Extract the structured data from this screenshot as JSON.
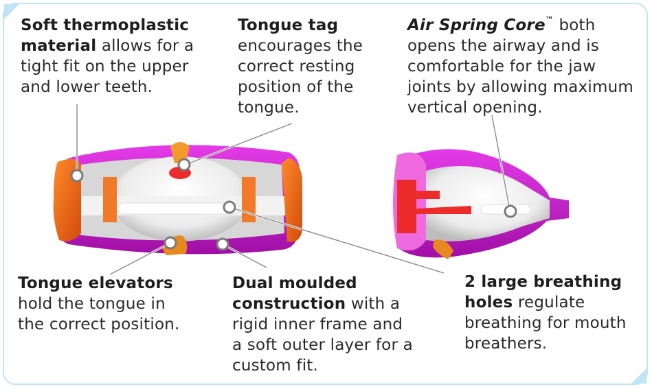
{
  "labels": {
    "soft_material": {
      "bold": "Soft thermoplastic material",
      "rest": " allows for a tight fit on the upper and lower teeth."
    },
    "tongue_tag": {
      "bold": "Tongue tag",
      "rest": " encourages the correct resting position of the tongue."
    },
    "air_spring": {
      "italic": "Air Spring Core",
      "tm": "™",
      "rest": " both opens the airway and is comfortable for the jaw joints by allowing maximum vertical opening."
    },
    "tongue_elevators": {
      "bold": "Tongue elevators",
      "rest": " hold the tongue in the correct position."
    },
    "dual_moulded": {
      "bold": "Dual moulded construction",
      "rest": " with a rigid inner frame and a soft outer layer for a custom fit."
    },
    "breathing_holes": {
      "bold": "2 large breathing holes",
      "rest": " regulate breathing for mouth breathers."
    }
  },
  "colors": {
    "magenta": "#d21ed8",
    "orange": "#f26a1b",
    "red": "#ee2b2b",
    "white": "#f4f4f4",
    "gray": "#d9d9d9",
    "frame": "#bfe4f4"
  }
}
